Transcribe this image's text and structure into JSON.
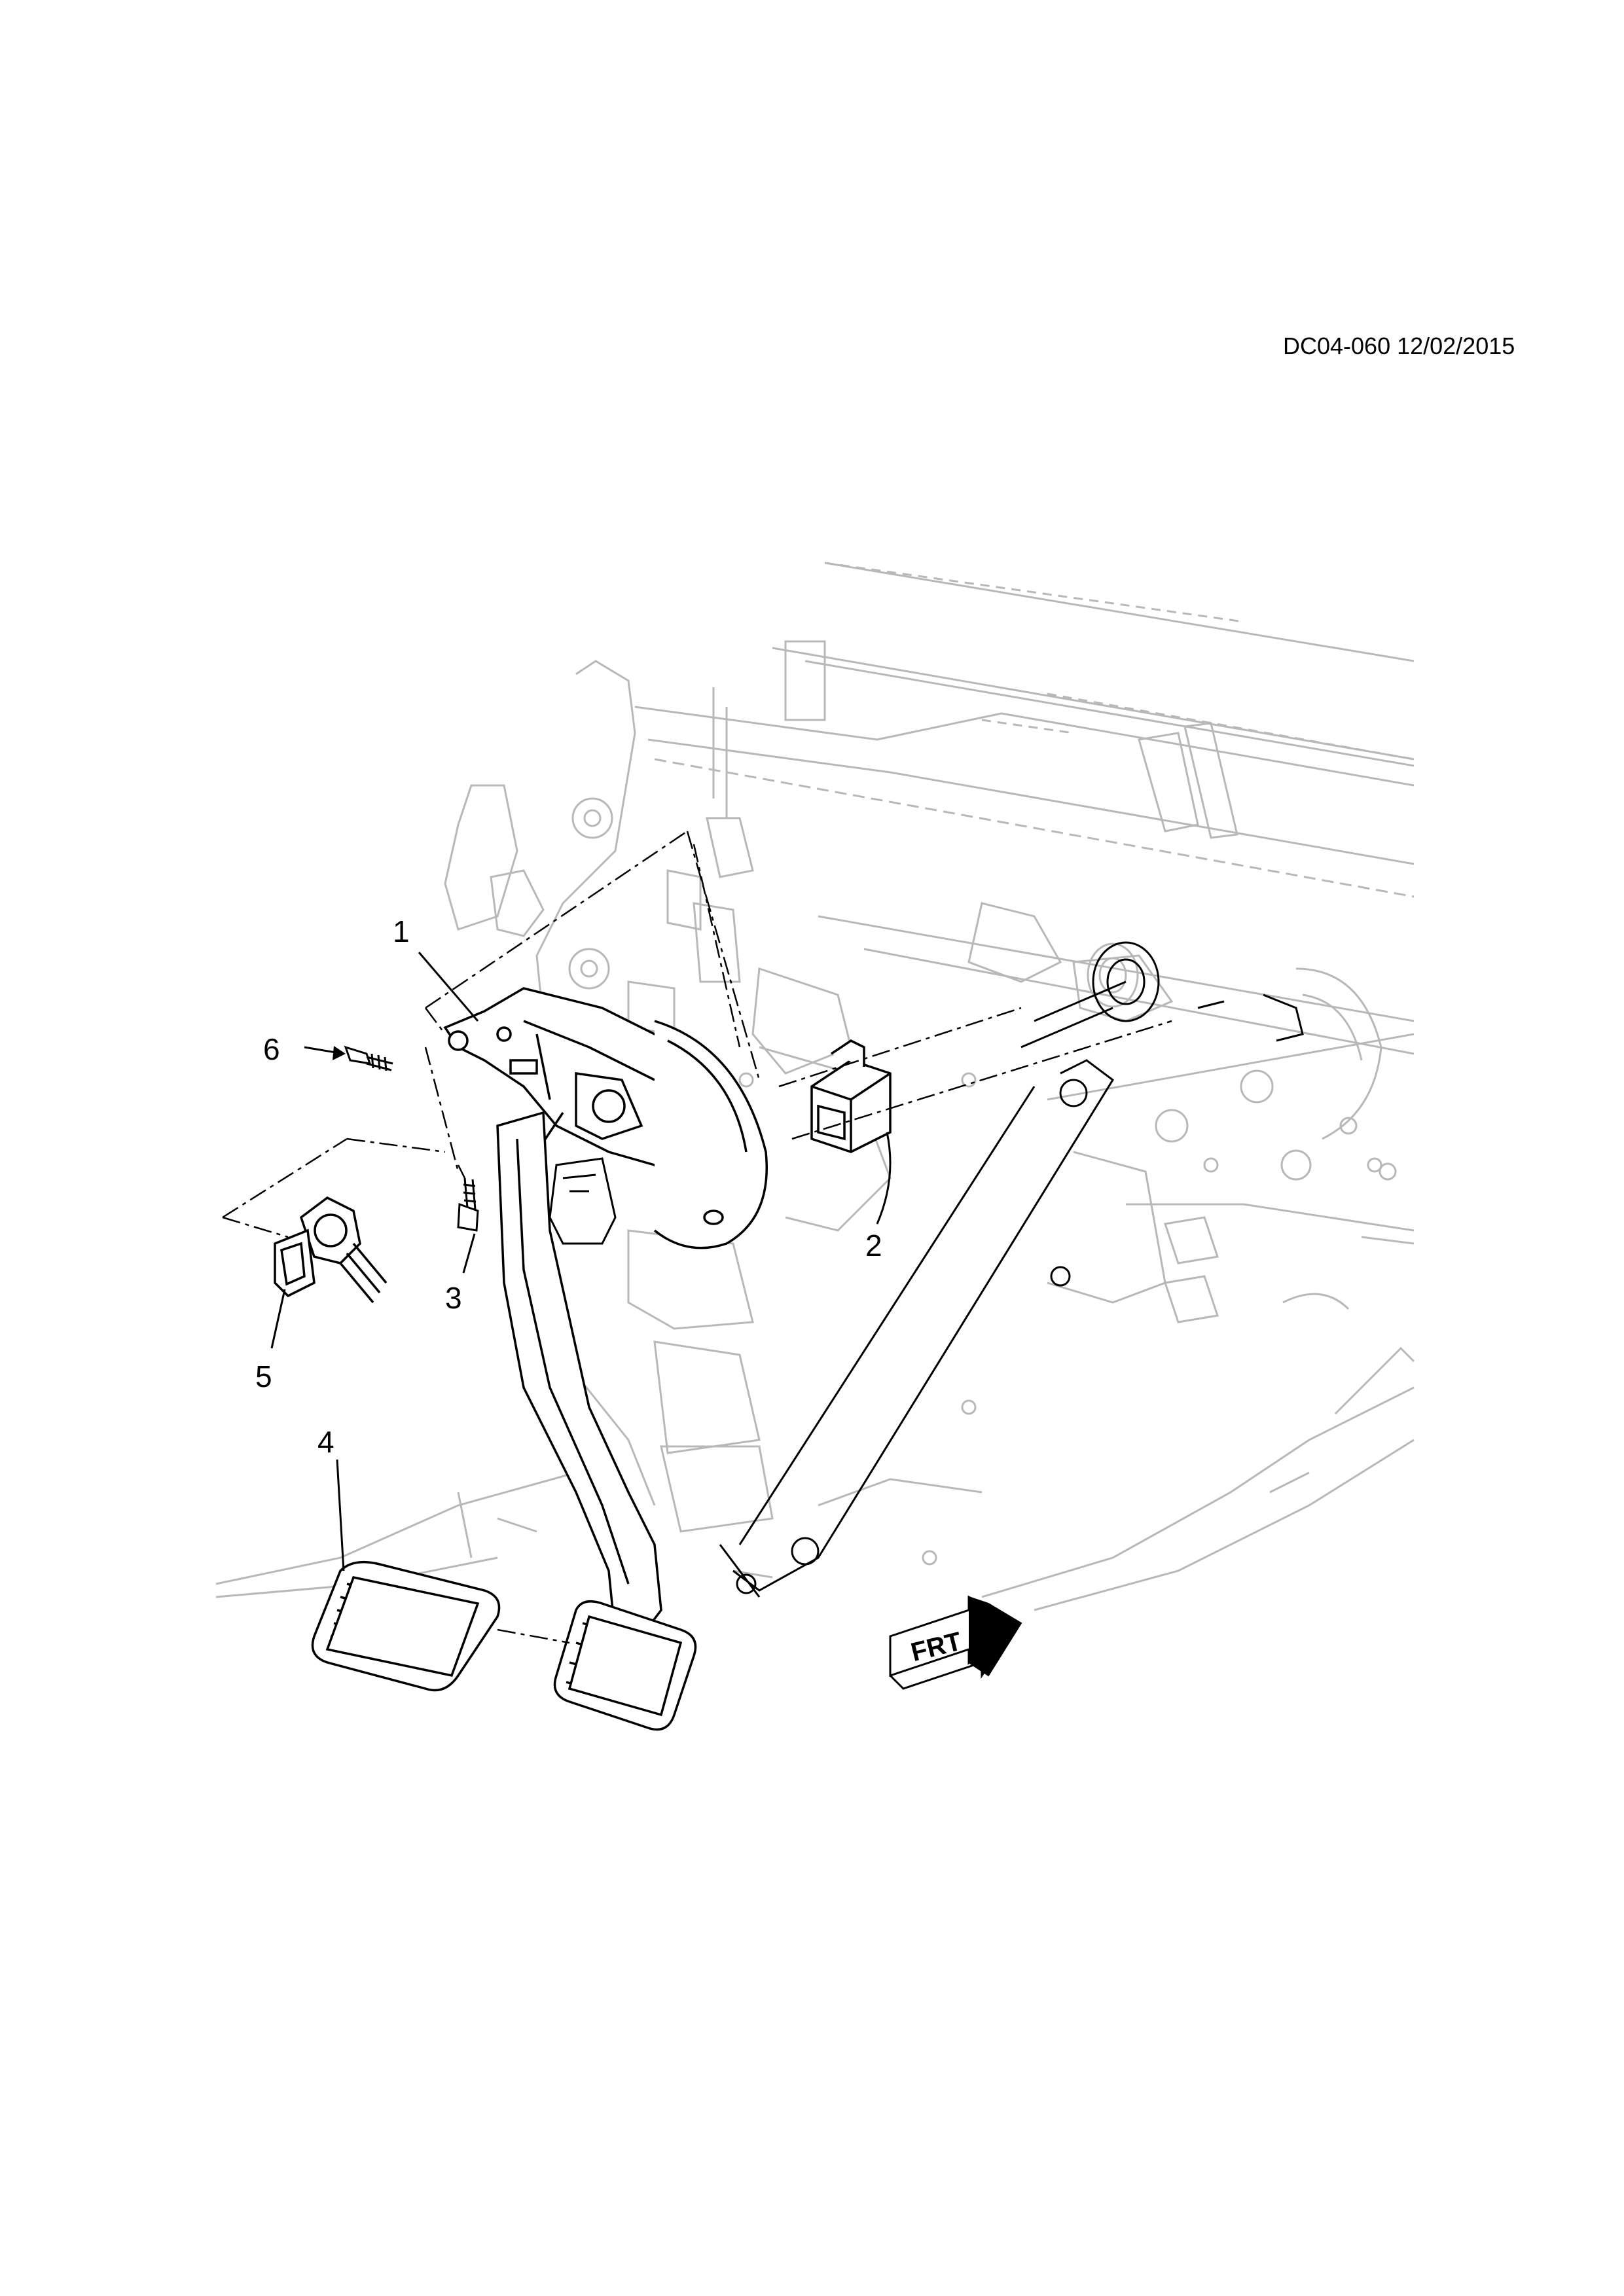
{
  "header": {
    "doc_ref": "DC04-060 12/02/2015"
  },
  "callouts": [
    {
      "id": "1",
      "label": "1"
    },
    {
      "id": "2",
      "label": "2"
    },
    {
      "id": "3",
      "label": "3"
    },
    {
      "id": "4",
      "label": "4"
    },
    {
      "id": "5",
      "label": "5"
    },
    {
      "id": "6",
      "label": "6"
    }
  ],
  "front_arrow": {
    "label": "FRT"
  },
  "colors": {
    "ink": "#000000",
    "ghost": "#b8b8b8"
  }
}
